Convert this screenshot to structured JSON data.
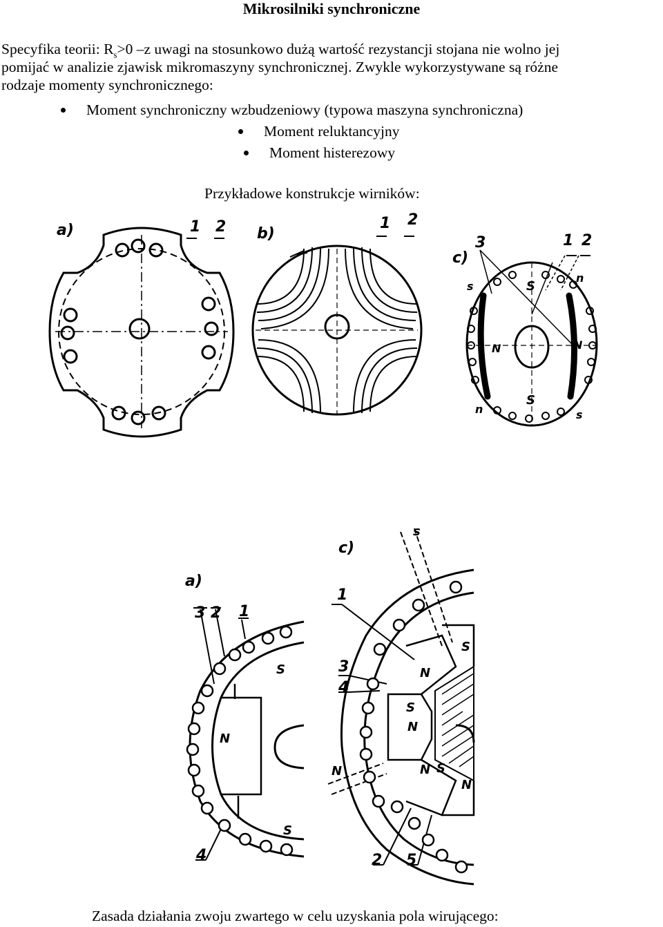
{
  "title": "Mikrosilniki synchroniczne",
  "intro": {
    "prefix": "Specyfika teorii: R",
    "sub": "s",
    "line1_rest": ">0 –z uwagi na stosunkowo dużą wartość rezystancji stojana nie wolno jej",
    "line2": "pomijać w analizie zjawisk mikromaszyny synchronicznej. Zwykle wykorzystywane są różne",
    "line3": "rodzaje momenty synchronicznego:"
  },
  "bullets": [
    "Moment synchroniczny wzbudzeniowy (typowa maszyna synchroniczna)",
    "Moment reluktancyjny",
    "Moment histerezowy"
  ],
  "caption_rotors": "Przykładowe konstrukcje wirników:",
  "caption_bottom": "Zasada działania zwoju zwartego w celu uzyskania pola wirującego:",
  "figure_labels": {
    "a": "a)",
    "b": "b)",
    "c": "c)",
    "n1": "1",
    "n2": "2",
    "n3": "3",
    "n4": "4",
    "n5": "5",
    "S": "S",
    "N": "N",
    "s": "s",
    "n": "n"
  }
}
